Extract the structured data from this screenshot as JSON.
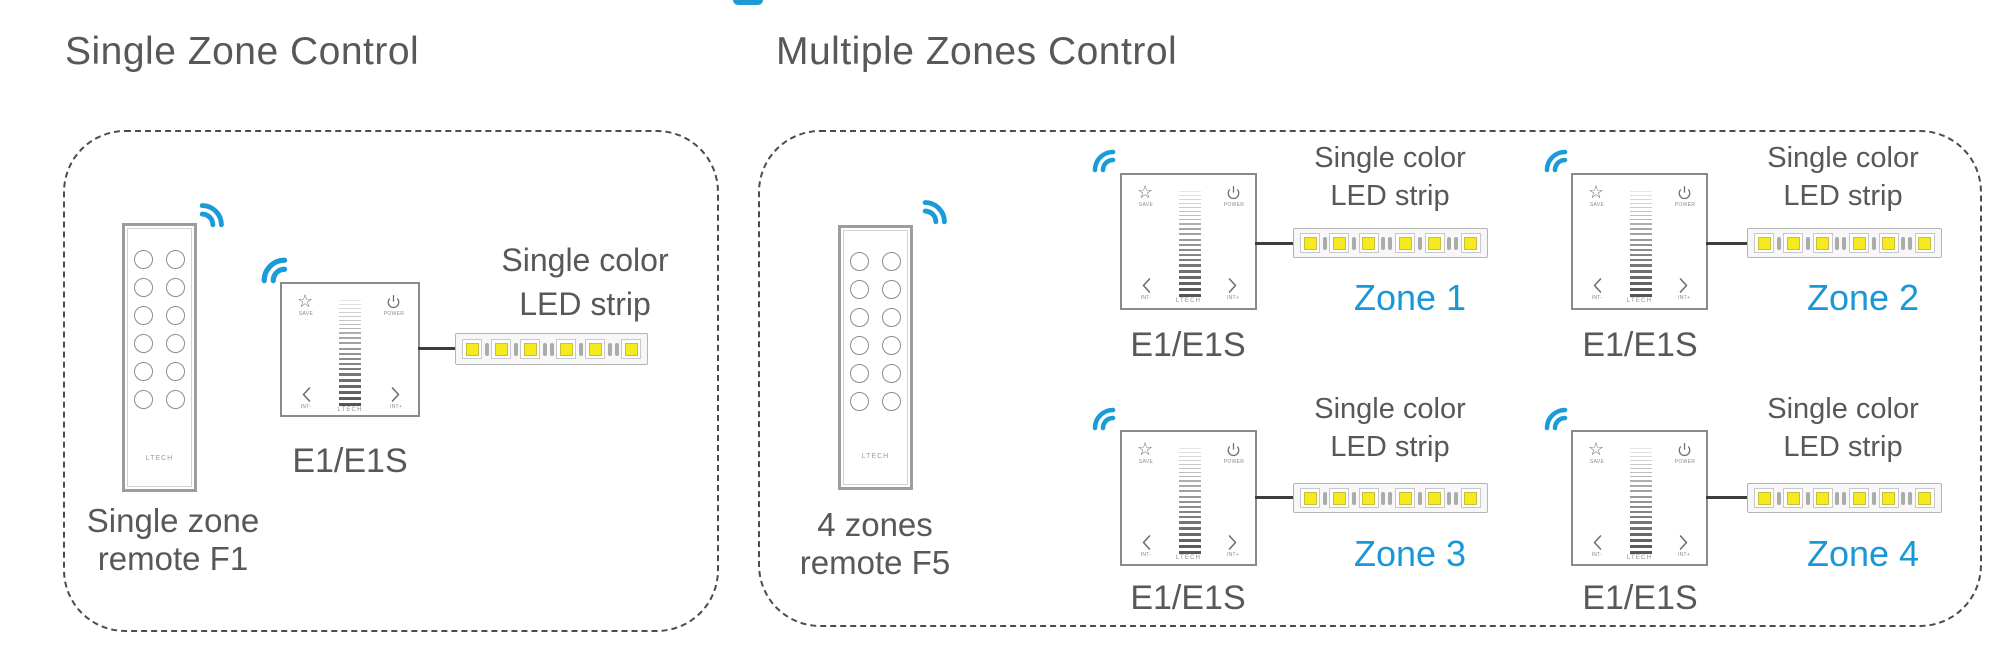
{
  "brand_logo": "LTECH",
  "top_accent_color": "#1e9ad6",
  "panel_captions": {
    "save": "SAVE",
    "power": "POWER",
    "left": "INT-",
    "right": "INT+"
  },
  "sections": {
    "single": {
      "title": "Single Zone Control",
      "remote_label": {
        "line1": "Single zone",
        "line2": "remote F1"
      },
      "device_label": "E1/E1S",
      "strip_line1": "Single color",
      "strip_line2": "LED strip"
    },
    "multi": {
      "title": "Multiple Zones Control",
      "remote_label": {
        "line1": "4 zones",
        "line2": "remote F5"
      },
      "zones": [
        {
          "label": "Zone 1",
          "device_label": "E1/E1S",
          "strip_line1": "Single color",
          "strip_line2": "LED strip"
        },
        {
          "label": "Zone 2",
          "device_label": "E1/E1S",
          "strip_line1": "Single color",
          "strip_line2": "LED strip"
        },
        {
          "label": "Zone 3",
          "device_label": "E1/E1S",
          "strip_line1": "Single color",
          "strip_line2": "LED strip"
        },
        {
          "label": "Zone 4",
          "device_label": "E1/E1S",
          "strip_line1": "Single color",
          "strip_line2": "LED strip"
        }
      ]
    }
  },
  "colors": {
    "accent_blue": "#1b9cd8",
    "zone_label_blue": "#1a98d6",
    "text_gray": "#57585a",
    "led_yellow": "#f5e91f"
  }
}
